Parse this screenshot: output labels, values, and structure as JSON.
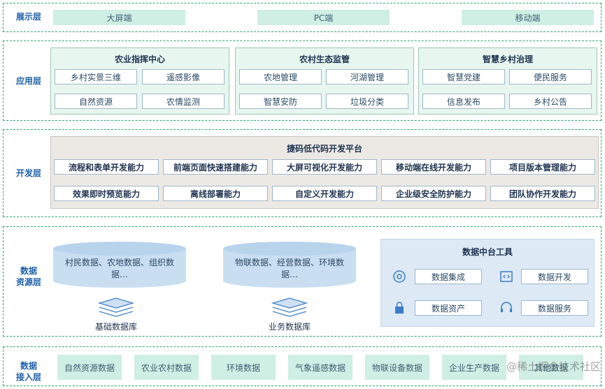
{
  "display": {
    "label": "展示层",
    "items": [
      "大屏端",
      "PC端",
      "移动端"
    ]
  },
  "application": {
    "label": "应用层",
    "groups": [
      {
        "title": "农业指挥中心",
        "items": [
          "乡村实景三维",
          "遥感影像",
          "自然资源",
          "农情监测"
        ]
      },
      {
        "title": "农村生态监管",
        "items": [
          "农地管理",
          "河湖管理",
          "智慧安防",
          "垃圾分类"
        ]
      },
      {
        "title": "智慧乡村治理",
        "items": [
          "智慧党建",
          "便民服务",
          "信息发布",
          "乡村公告"
        ]
      }
    ]
  },
  "development": {
    "label": "开发层",
    "platform_title": "捷码低代码开发平台",
    "row1": [
      "流程和表单开发能力",
      "前端页面快速搭建能力",
      "大屏可视化开发能力",
      "移动端在线开发能力",
      "项目版本管理能力"
    ],
    "row2": [
      "效果即时预览能力",
      "离线部署能力",
      "自定义开发能力",
      "企业级安全防护能力",
      "团队协作开发能力"
    ]
  },
  "data_resource": {
    "label_line1": "数据",
    "label_line2": "资源层",
    "base_db": {
      "text": "村民数据、农地数据、组织数据…",
      "label": "基础数据库"
    },
    "biz_db": {
      "text": "物联数据、经营数据、环境数据…",
      "label": "业务数据库"
    },
    "tools": {
      "title": "数据中台工具",
      "items": [
        {
          "label": "数据集成",
          "icon": "data-integration-icon"
        },
        {
          "label": "数据开发",
          "icon": "code-icon"
        },
        {
          "label": "数据资产",
          "icon": "asset-lock-icon"
        },
        {
          "label": "数据服务",
          "icon": "headset-service-icon"
        }
      ]
    }
  },
  "data_access": {
    "label_line1": "数据",
    "label_line2": "接入层",
    "items": [
      "自然资源数据",
      "农业农村数据",
      "环境数据",
      "气象遥感数据",
      "物联设备数据",
      "企业生产数据",
      "其他数据"
    ]
  },
  "watermark": "@稀土掘金技术社区",
  "colors": {
    "accent_green": "#2ca56a",
    "label_blue": "#1e5fa8",
    "pill_bg": "#cfeee4",
    "panel_bg": "#e8f6f0",
    "tool_panel_bg": "#dde9f5"
  }
}
